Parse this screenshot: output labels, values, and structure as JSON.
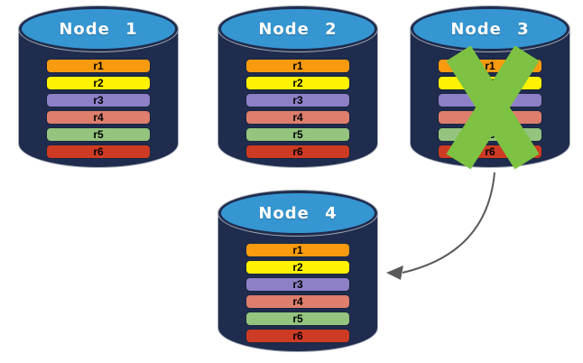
{
  "canvas": {
    "background": "#FFFFFF"
  },
  "nodes": [
    {
      "title": "Node 1",
      "replicas": [
        {
          "label": "r1",
          "color": "#F99B0F"
        },
        {
          "label": "r2",
          "color": "#FEF200"
        },
        {
          "label": "r3",
          "color": "#8D80C7"
        },
        {
          "label": "r4",
          "color": "#DE7E6C"
        },
        {
          "label": "r5",
          "color": "#94C47E"
        },
        {
          "label": "r6",
          "color": "#CE3B24"
        }
      ]
    },
    {
      "title": "Node 2",
      "replicas": [
        {
          "label": "r1",
          "color": "#F99B0F"
        },
        {
          "label": "r2",
          "color": "#FEF200"
        },
        {
          "label": "r3",
          "color": "#8D80C7"
        },
        {
          "label": "r4",
          "color": "#DE7E6C"
        },
        {
          "label": "r5",
          "color": "#94C47E"
        },
        {
          "label": "r6",
          "color": "#CE3B24"
        }
      ]
    },
    {
      "title": "Node 3",
      "replicas": [
        {
          "label": "r1",
          "color": "#F99B0F"
        },
        {
          "label": "r2",
          "color": "#FEF200"
        },
        {
          "label": "r3",
          "color": "#8D80C7"
        },
        {
          "label": "r4",
          "color": "#DE7E6C"
        },
        {
          "label": "r5",
          "color": "#94C47E"
        },
        {
          "label": "r6",
          "color": "#CE3B24"
        }
      ]
    },
    {
      "title": "Node 4",
      "replicas": [
        {
          "label": "r1",
          "color": "#F99B0F"
        },
        {
          "label": "r2",
          "color": "#FEF200"
        },
        {
          "label": "r3",
          "color": "#8D80C7"
        },
        {
          "label": "r4",
          "color": "#DE7E6C"
        },
        {
          "label": "r5",
          "color": "#94C47E"
        },
        {
          "label": "r6",
          "color": "#CE3B24"
        }
      ]
    }
  ],
  "annotations": {
    "cross_icon": {
      "color": "#7DC242",
      "over_node": "Node 3"
    },
    "arrow": {
      "color": "#5A5A5A",
      "from_node": "Node 3",
      "to_node": "Node 4"
    }
  },
  "palette": {
    "cylinder_body": "#1F2C4D",
    "cylinder_top": "#3596D2",
    "outline": "#A8AEB8",
    "title_text": "#FFFFFF",
    "bar_text": "#000000"
  }
}
